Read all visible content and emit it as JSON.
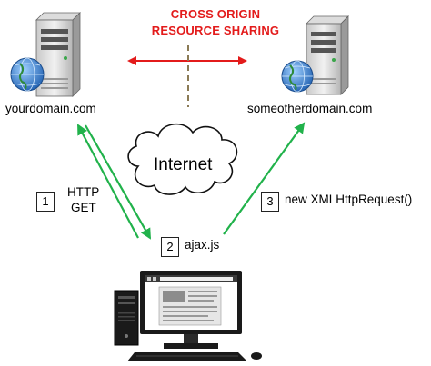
{
  "title": {
    "line1": "CROSS ORIGIN",
    "line2": "RESOURCE SHARING"
  },
  "servers": {
    "left": {
      "label": "yourdomain.com",
      "icon": "web-server-icon"
    },
    "right": {
      "label": "someotherdomain.com",
      "icon": "web-server-icon"
    }
  },
  "cloud": {
    "label": "Internet",
    "icon": "cloud-icon"
  },
  "steps": [
    {
      "number": "1",
      "label_line1": "HTTP",
      "label_line2": "GET"
    },
    {
      "number": "2",
      "label": "ajax.js"
    },
    {
      "number": "3",
      "label": "new XMLHttpRequest()"
    }
  ],
  "client": {
    "icon": "desktop-computer-icon"
  },
  "colors": {
    "title": "#e31b1b",
    "double_arrow": "#e31b1b",
    "flow_arrows": "#21b24b",
    "divider": "#8a7a55"
  }
}
